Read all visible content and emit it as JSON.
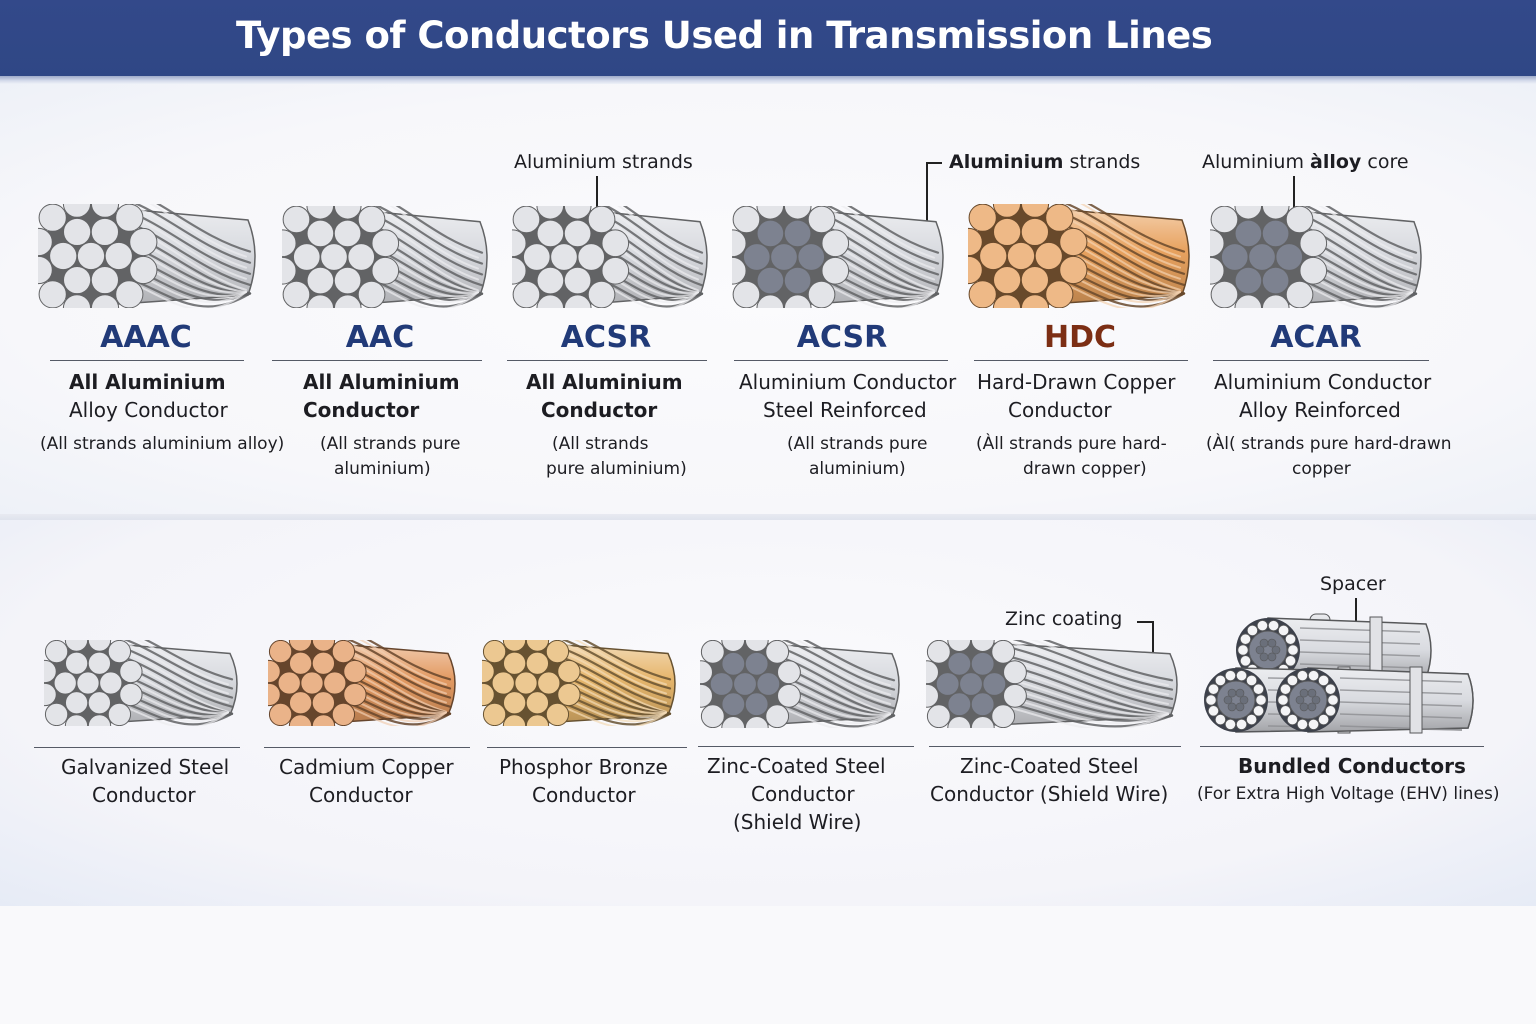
{
  "header": {
    "title": "Types of Conductors Used in Transmission Lines",
    "background": "#2f4785"
  },
  "colors": {
    "abbr_blue": "#213a78",
    "abbr_copper": "#7c2e14",
    "aluminium": "#d9dbe0",
    "steel_core": "#7d8290",
    "copper": "#e8a25f",
    "cadmium_copper": "#e39a62",
    "bronze": "#e6b66c"
  },
  "top_row": [
    {
      "abbr": "AAAC",
      "abbr_color": "blue",
      "name_line1": "All Aluminium",
      "name_line2": "Alloy Conductor",
      "desc_line1": "(All strands aluminium alloy)",
      "desc_line2": "",
      "material": "aluminium",
      "core": "none"
    },
    {
      "abbr": "AAC",
      "abbr_color": "blue",
      "name_line1": "All Aluminium",
      "name_line2": "Conductor",
      "desc_line1": "(All strands pure",
      "desc_line2": "aluminium)",
      "material": "aluminium",
      "core": "none"
    },
    {
      "abbr": "ACSR",
      "abbr_color": "blue",
      "name_line1": "All Aluminium",
      "name_line2": "Conductor",
      "desc_line1": "(All strands",
      "desc_line2": "pure aluminium)",
      "material": "aluminium",
      "core": "none",
      "callout": "Aluminium strands"
    },
    {
      "abbr": "ACSR",
      "abbr_color": "blue",
      "name_line1": "Aluminium Conductor",
      "name_line2": "Steel Reinforced",
      "desc_line1": "(All strands pure",
      "desc_line2": "aluminium)",
      "material": "aluminium",
      "core": "steel",
      "callout_bold": "Aluminium",
      "callout_rest": "strands"
    },
    {
      "abbr": "HDC",
      "abbr_color": "copper",
      "name_line1": "Hard-Drawn Copper",
      "name_line2": "Conductor",
      "desc_line1": "(Àll strands pure hard-",
      "desc_line2": "drawn copper)",
      "material": "copper",
      "core": "none"
    },
    {
      "abbr": "ACAR",
      "abbr_color": "blue",
      "name_line1": "Aluminium Conductor",
      "name_line2": "Alloy Reinforced",
      "desc_line1": "(Àl( strands pure hard-drawn",
      "desc_line2": "copper",
      "material": "aluminium",
      "core": "steel",
      "callout_pre": "Aluminium",
      "callout_bold": "àlloy",
      "callout_post": "core"
    }
  ],
  "bottom_row": [
    {
      "name_line1": "Galvanized Steel",
      "name_line2": "Conductor",
      "name_line3": "",
      "material": "aluminium",
      "core": "none"
    },
    {
      "name_line1": "Cadmium Copper",
      "name_line2": "Conductor",
      "name_line3": "",
      "material": "cadmium_copper",
      "core": "none"
    },
    {
      "name_line1": "Phosphor Bronze",
      "name_line2": "Conductor",
      "name_line3": "",
      "material": "bronze",
      "core": "none"
    },
    {
      "name_line1": "Zinc-Coated Steel",
      "name_line2": "Conductor",
      "name_line3": "(Shield Wire)",
      "material": "aluminium",
      "core": "steel"
    },
    {
      "name_line1": "Zinc-Coated Steel",
      "name_line2": "Conductor (Shield Wire)",
      "name_line3": "",
      "material": "aluminium",
      "core": "steel",
      "callout": "Zinc coating"
    },
    {
      "name_line1": "Bundled Conductors",
      "name_line2": "(For Extra High Voltage (EHV) lines)",
      "name_line3": "",
      "material": "aluminium",
      "core": "steel",
      "callout": "Spacer"
    }
  ]
}
